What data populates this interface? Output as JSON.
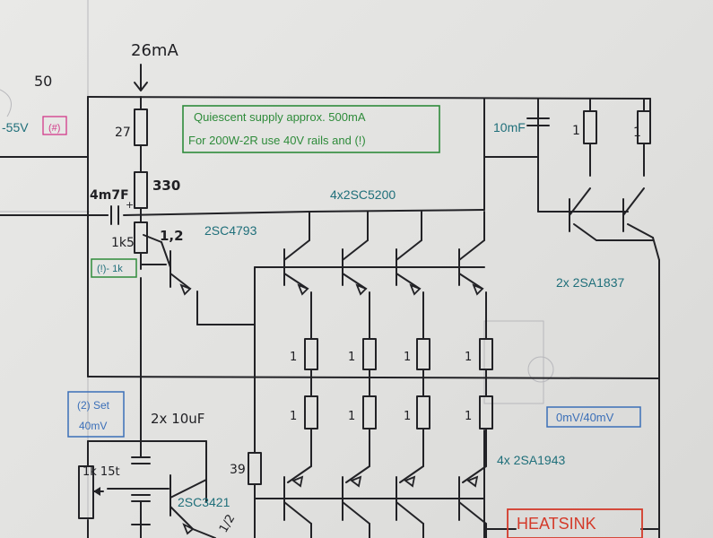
{
  "labels": {
    "current": "26mA",
    "fifty": "50",
    "neg_rail": "-55V",
    "neg_rail_badge": "(#)",
    "r27": "27",
    "r330": "330",
    "cap_4m7": "4m7F",
    "plus": "+",
    "r1k5": "1k5",
    "r_12": "1,2",
    "minus1k": "(!)- 1k",
    "transistor_2sc4793": "2SC4793",
    "transistor_4x2sc5200": "4x2SC5200",
    "cap_10mf": "10mF",
    "r_top_1a": "1",
    "r_top_1b": "1",
    "transistor_2x2sa1837": "2x 2SA1837",
    "emitter_1": [
      "1",
      "1",
      "1",
      "1"
    ],
    "emitter_2": [
      "1",
      "1",
      "1",
      "1"
    ],
    "set_box_line1": "(2) Set",
    "set_box_line2": "40mV",
    "cap_2x10uf": "2x 10uF",
    "r39": "39",
    "r1k_15t": "1k 15t",
    "transistor_2sc3421": "2SC3421",
    "transistor_4x2sa1943": "4x 2SA1943",
    "meter_box": "0mV/40mV",
    "heatsink": "HEATSINK",
    "bottom_hand": "1/2"
  },
  "note_box": {
    "line1": "Quiescent supply approx. 500mA",
    "line2": "For 200W-2R use 40V rails and (!)"
  },
  "colors": {
    "wire": "#222226",
    "teal_text": "#1f6f7a",
    "green_box": "#2e8b3a",
    "blue_box": "#3b6fb8",
    "red_box": "#d43a2a",
    "pink_badge": "#d23a8a"
  },
  "icons": [
    "down-arrow-icon",
    "resistor-icon",
    "capacitor-icon",
    "npn-transistor-icon",
    "pnp-transistor-icon",
    "trimmer-icon"
  ]
}
